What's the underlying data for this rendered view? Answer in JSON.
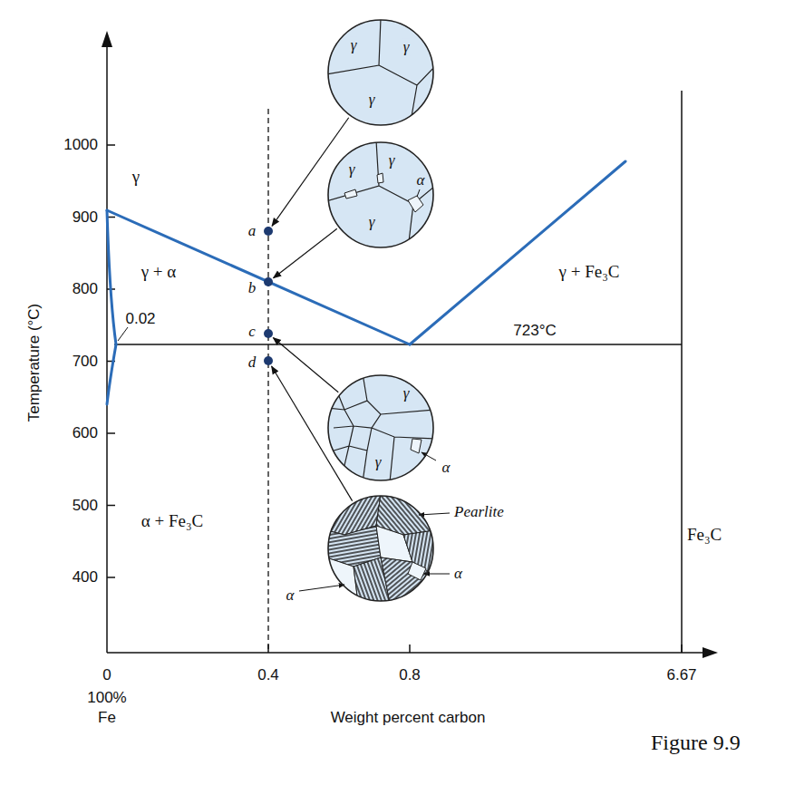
{
  "diagram": {
    "caption": "Figure 9.9",
    "nodes": [
      {
        "text": [
          "γ",
          "γ",
          "γ"
        ]
      },
      {
        "text": [
          "γ",
          "γ",
          "α",
          "γ"
        ]
      },
      {
        "text": [
          "γ",
          "γ",
          "α"
        ]
      },
      {
        "text": [
          "Pearlite",
          "α",
          "α"
        ]
      },
      {
        "text": [
          "a"
        ]
      },
      {
        "text": [
          "b"
        ]
      },
      {
        "text": [
          "c"
        ]
      },
      {
        "text": [
          "d"
        ]
      }
    ],
    "edges": [
      {
        "from": 0,
        "to": 4,
        "arrow": "to"
      },
      {
        "from": 1,
        "to": 5,
        "arrow": "to"
      },
      {
        "from": 2,
        "to": 6,
        "arrow": "to"
      },
      {
        "from": 3,
        "to": 7,
        "arrow": "to"
      }
    ],
    "labels": [
      "1000",
      "900",
      "800",
      "700",
      "600",
      "500",
      "400",
      "Temperature (°C)",
      "0",
      "0.4",
      "0.8",
      "6.67",
      "100%",
      "Fe",
      "Weight percent carbon",
      "γ",
      "γ + α",
      "0.02",
      "723°C",
      "γ + Fe₃C",
      "α + Fe₃C",
      "Fe₃C"
    ]
  }
}
